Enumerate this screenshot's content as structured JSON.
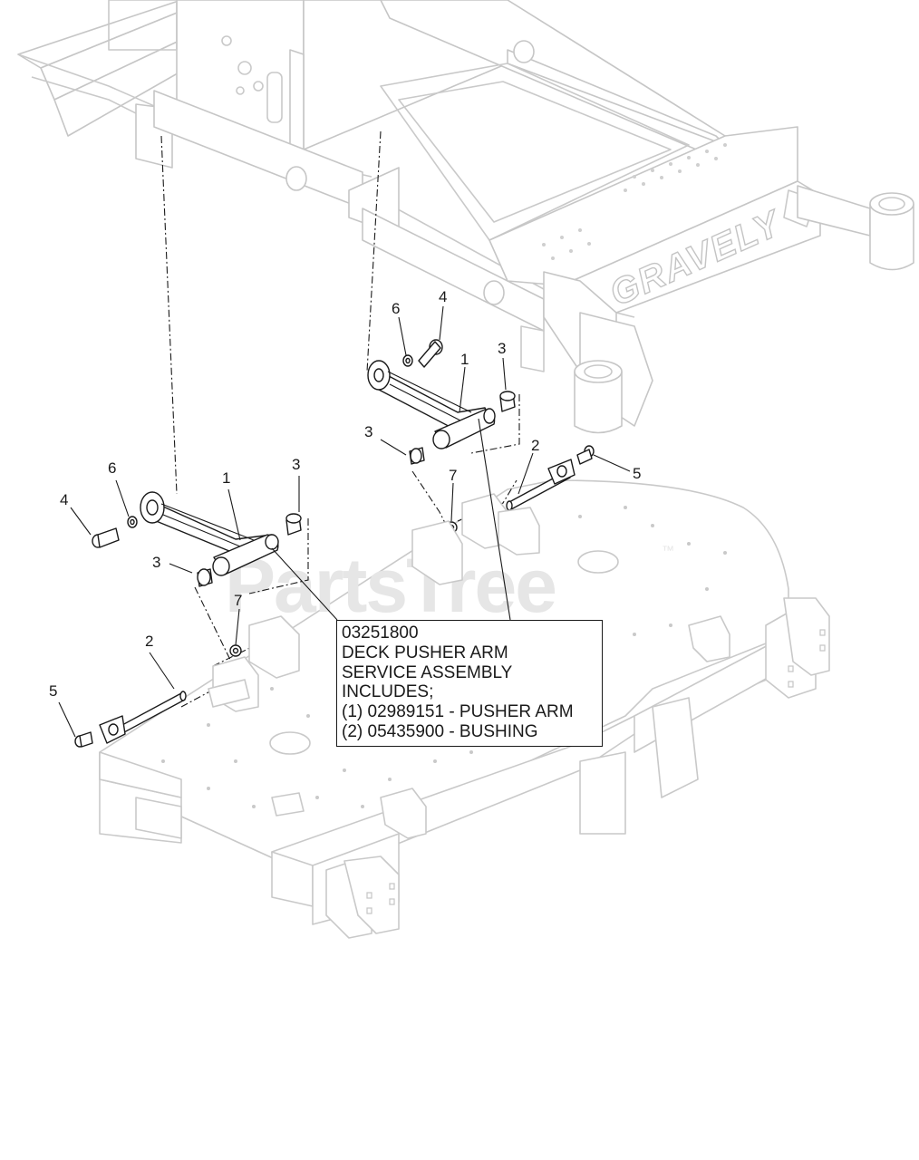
{
  "watermark": {
    "text": "PartsTree",
    "tm": "™"
  },
  "frame": {
    "brand_text": "GRAVELY"
  },
  "callouts": {
    "left": {
      "c1": "1",
      "c2": "2",
      "c3a": "3",
      "c3b": "3",
      "c4": "4",
      "c5": "5",
      "c6": "6",
      "c7": "7"
    },
    "right": {
      "c1": "1",
      "c2": "2",
      "c3a": "3",
      "c3b": "3",
      "c4": "4",
      "c5": "5",
      "c6": "6",
      "c7": "7"
    }
  },
  "note": {
    "part_number": "03251800",
    "line1": "DECK PUSHER ARM",
    "line2": "SERVICE ASSEMBLY",
    "line3": "INCLUDES;",
    "item1": "(1) 02989151 - PUSHER ARM",
    "item2": "(2) 05435900 - BUSHING"
  }
}
